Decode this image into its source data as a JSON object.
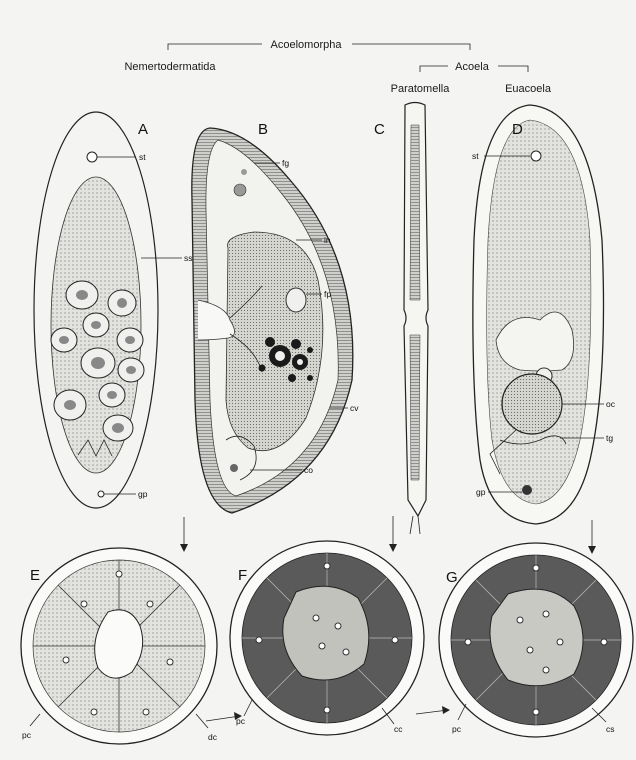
{
  "groups": {
    "acoelomorpha": "Acoelomorpha",
    "nemertodermatida": "Nemertodermatida",
    "acoela": "Acoela",
    "paratomella": "Paratomella",
    "euacoela": "Euacoela"
  },
  "panels": {
    "a": "A",
    "b": "B",
    "c": "C",
    "d": "D",
    "e": "E",
    "f": "F",
    "g": "G"
  },
  "abbreviations": {
    "a_st": "st",
    "a_ss": "ss",
    "a_gp": "gp",
    "b_fg": "fg",
    "b_in": "in",
    "b_fp": "fp",
    "b_cv": "cv",
    "b_co": "co",
    "d_st": "st",
    "d_oc": "oc",
    "d_tg": "tg",
    "d_gp": "gp",
    "e_pc": "pc",
    "e_dc": "dc",
    "f_pc": "pc",
    "f_cc": "cc",
    "g_pc": "pc",
    "g_cs": "cs"
  },
  "colors": {
    "background": "#f4f4f2",
    "line": "#222222",
    "stipple": "#d8d8d4",
    "dark_cells": "#5a5a5a",
    "light_cells": "#bdbdbd"
  }
}
